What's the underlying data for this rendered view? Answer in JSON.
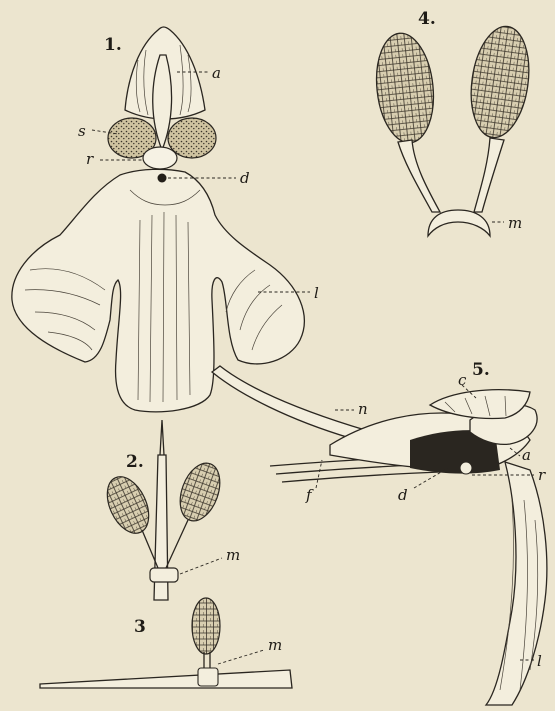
{
  "figures": [
    {
      "number": "1.",
      "labels": [
        "a",
        "s",
        "r",
        "d",
        "l"
      ]
    },
    {
      "number": "2.",
      "labels": [
        "m"
      ]
    },
    {
      "number": "3",
      "labels": [
        "m"
      ]
    },
    {
      "number": "4.",
      "labels": [
        "m"
      ]
    },
    {
      "number": "5.",
      "labels": [
        "c",
        "n",
        "a",
        "r",
        "d",
        "f",
        "l"
      ]
    }
  ],
  "colors": {
    "paper": "#ece5cf",
    "ink": "#2a2620",
    "pollinia": "#cfc4a4"
  }
}
